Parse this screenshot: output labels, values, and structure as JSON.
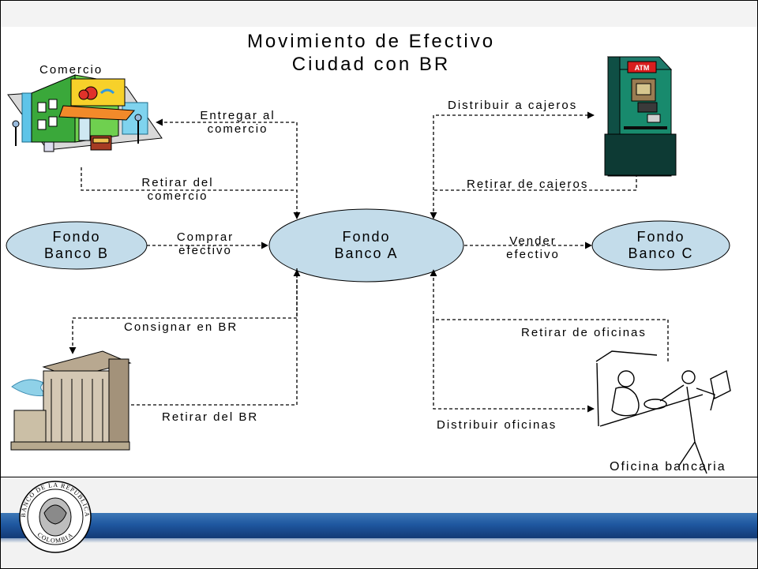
{
  "title": {
    "line1": "Movimiento de Efectivo",
    "line2": "Ciudad con BR"
  },
  "nodes": {
    "banco_a": {
      "line1": "Fondo",
      "line2": "Banco A"
    },
    "banco_b": {
      "line1": "Fondo",
      "line2": "Banco B"
    },
    "banco_c": {
      "line1": "Fondo",
      "line2": "Banco C"
    },
    "comercio": "Comercio",
    "oficina": "Oficina bancaria"
  },
  "edges": {
    "entregar": {
      "line1": "Entregar al",
      "line2": "comercio"
    },
    "retirar_comercio": {
      "line1": "Retirar del",
      "line2": "comercio"
    },
    "distribuir_cajeros": "Distribuir a cajeros",
    "retirar_cajeros": "Retirar de cajeros",
    "comprar": {
      "line1": "Comprar",
      "line2": "efectivo"
    },
    "vender": {
      "line1": "Vender",
      "line2": "efectivo"
    },
    "consignar": "Consignar en BR",
    "retirar_br": "Retirar del BR",
    "retirar_oficinas": "Retirar de oficinas",
    "distribuir_oficinas": "Distribuir oficinas"
  },
  "atm": {
    "label": "ATM"
  },
  "footer": {
    "seal_top": "BANCO DE LA REPUBLICA",
    "seal_bottom": "COLOMBIA"
  },
  "colors": {
    "oval_fill": "#c3dcea",
    "footer_bar": "#1f57a0"
  }
}
